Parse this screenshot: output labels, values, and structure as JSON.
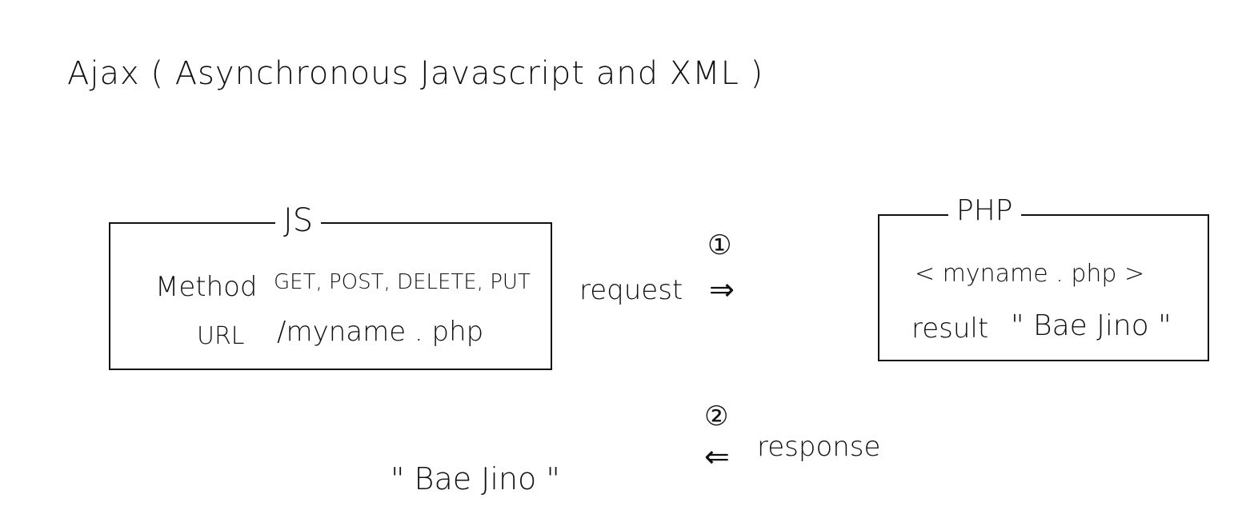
{
  "title": "Ajax ( Asynchronous Javascript and XML )",
  "js_box": {
    "label": "JS",
    "method_label": "Method",
    "method_value": "GET, POST, DELETE, PUT",
    "url_label": "URL",
    "url_value": "/myname . php"
  },
  "php_box": {
    "label": "PHP",
    "file": "< myname . php >",
    "result_label": "result",
    "result_value": "\" Bae Jino \""
  },
  "request": {
    "step": "①",
    "label": "request",
    "arrow": "⇒"
  },
  "response": {
    "step": "②",
    "label": "response",
    "arrow": "⇐"
  },
  "final_result": "\" Bae Jino \""
}
